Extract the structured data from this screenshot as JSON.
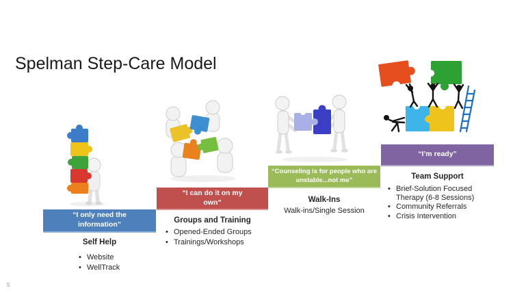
{
  "slide": {
    "title": "Spelman Step-Care Model",
    "page_number": "5",
    "background_color": "#ffffff",
    "title_color": "#1a1a1a"
  },
  "steps": [
    {
      "quote": "“I only need the\ninformation”",
      "bar_color": "#4E80BC",
      "heading": "Self Help",
      "items": [
        "Website",
        "WellTrack"
      ],
      "image": "person-carrying-stack-of-puzzle-pieces"
    },
    {
      "quote": "“I can do it on my\nown”",
      "bar_color": "#C0504D",
      "heading": "Groups and Training",
      "items": [
        "Opened-Ended Groups",
        "Trainings/Workshops"
      ],
      "image": "four-people-holding-puzzle-pieces"
    },
    {
      "quote": "“Counseling is for people who are\nunstable...not me”",
      "bar_color": "#9BBB59",
      "heading": "Walk-Ins",
      "items": [
        "Walk-ins/Single Session"
      ],
      "image": "two-people-joining-puzzle-pieces"
    },
    {
      "quote": "“I’m ready”",
      "bar_color": "#8064A2",
      "heading": "Team Support",
      "items": [
        "Brief-Solution Focused Therapy (6-8 Sessions)",
        "Community Referrals",
        "Crisis Intervention"
      ],
      "image": "stick-figures-assembling-puzzle-with-ladder"
    }
  ]
}
